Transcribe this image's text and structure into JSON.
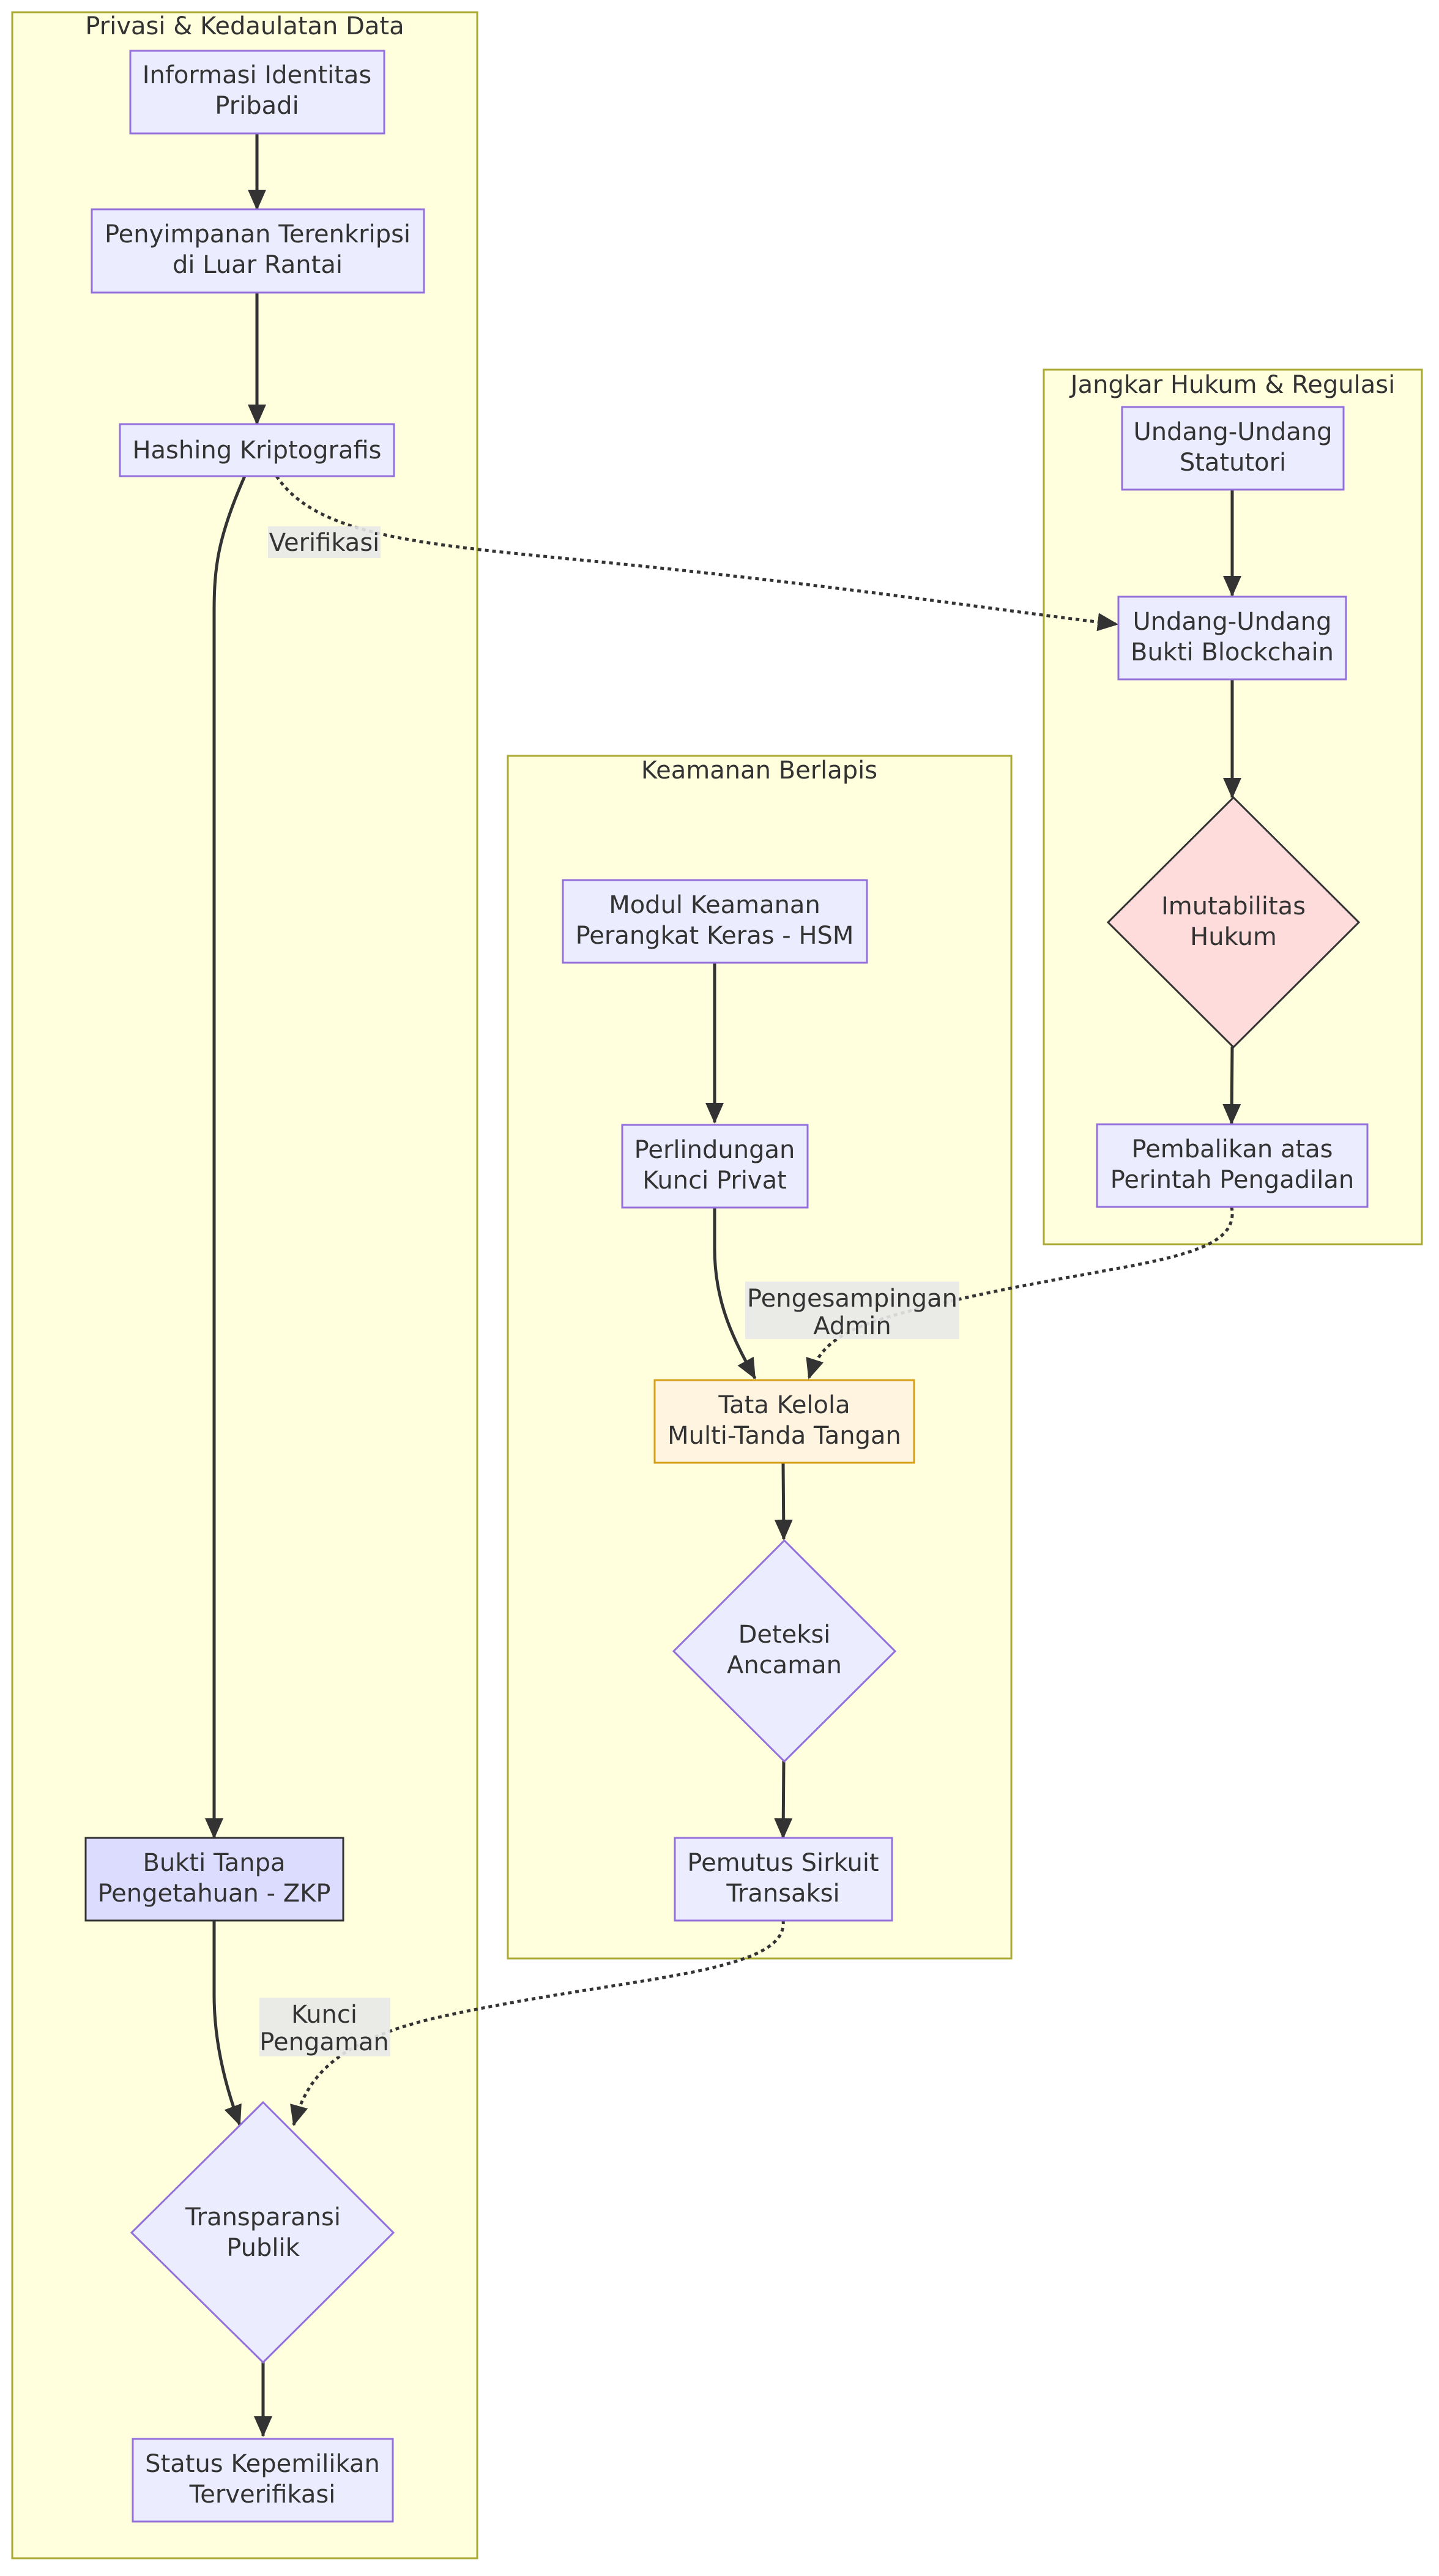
{
  "colors": {
    "cluster_fill": "#ffffde",
    "cluster_stroke": "#aaaa33",
    "node_fill": "#ececff",
    "node_stroke": "#9370db",
    "highlight_fill": "#dcdcff",
    "highlight_stroke": "#333333",
    "legal_fill": "#ffdcdc",
    "governance_fill": "#fff4e0",
    "governance_stroke": "#d4a017",
    "edge": "#333333",
    "text": "#333333"
  },
  "clusters": {
    "privacy": {
      "title": "Privasi & Kedaulatan Data"
    },
    "security": {
      "title": "Keamanan Berlapis"
    },
    "legal": {
      "title": "Jangkar Hukum & Regulasi"
    }
  },
  "nodes": {
    "pii": {
      "lines": [
        "Informasi Identitas",
        "Pribadi"
      ]
    },
    "offchain": {
      "lines": [
        "Penyimpanan Terenkripsi",
        "di Luar Rantai"
      ]
    },
    "hashing": {
      "lines": [
        "Hashing Kriptografis"
      ]
    },
    "zkp": {
      "lines": [
        "Bukti Tanpa",
        "Pengetahuan - ZKP"
      ]
    },
    "transparency": {
      "lines": [
        "Transparansi",
        "Publik"
      ]
    },
    "ownership": {
      "lines": [
        "Status Kepemilikan",
        "Terverifikasi"
      ]
    },
    "hsm": {
      "lines": [
        "Modul Keamanan",
        "Perangkat Keras - HSM"
      ]
    },
    "privkey": {
      "lines": [
        "Perlindungan",
        "Kunci Privat"
      ]
    },
    "multisig": {
      "lines": [
        "Tata Kelola",
        "Multi-Tanda Tangan"
      ]
    },
    "threat": {
      "lines": [
        "Deteksi",
        "Ancaman"
      ]
    },
    "breaker": {
      "lines": [
        "Pemutus Sirkuit",
        "Transaksi"
      ]
    },
    "statute": {
      "lines": [
        "Undang-Undang",
        "Statutori"
      ]
    },
    "evidence": {
      "lines": [
        "Undang-Undang",
        "Bukti Blockchain"
      ]
    },
    "immut": {
      "lines": [
        "Imutabilitas",
        "Hukum"
      ]
    },
    "reversal": {
      "lines": [
        "Pembalikan atas",
        "Perintah Pengadilan"
      ]
    }
  },
  "edge_labels": {
    "verification": {
      "lines": [
        "Verifikasi"
      ]
    },
    "admin_override": {
      "lines": [
        "Pengesampingan",
        "Admin"
      ]
    },
    "safety_lock": {
      "lines": [
        "Kunci",
        "Pengaman"
      ]
    }
  }
}
